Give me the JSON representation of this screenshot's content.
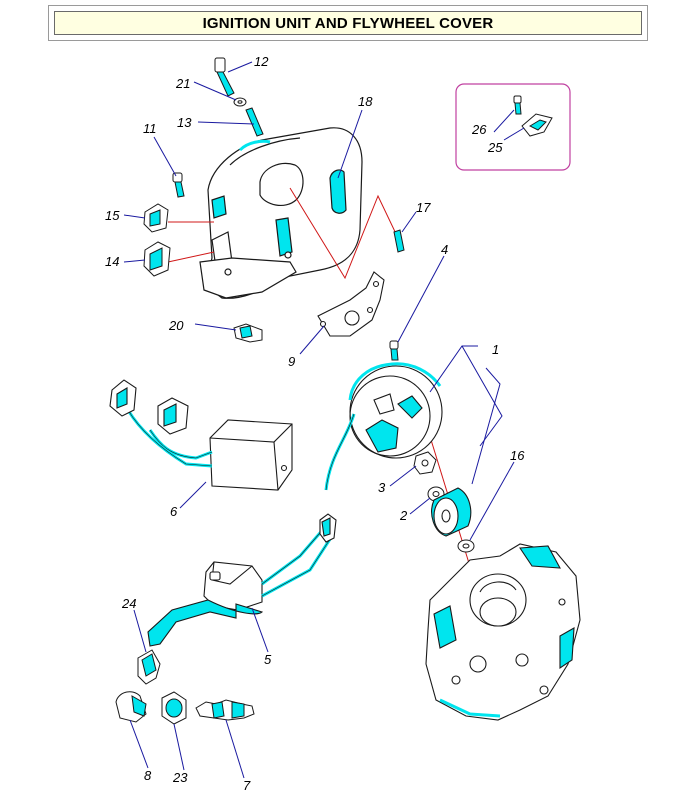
{
  "title": "IGNITION UNIT AND FLYWHEEL COVER",
  "colors": {
    "title_bg": "#ffffe1",
    "part_fill": "#ffffff",
    "part_stroke": "#1a1a1a",
    "highlight": "#00e5ee",
    "leader_line": "#1a1aa0",
    "assembly_line": "#d01818",
    "inset_border": "#c040a0"
  },
  "callouts": [
    {
      "id": "1",
      "part": "flywheel-assembly"
    },
    {
      "id": "2",
      "part": "washer"
    },
    {
      "id": "3",
      "part": "nut"
    },
    {
      "id": "4",
      "part": "screw"
    },
    {
      "id": "5",
      "part": "ignition-coil"
    },
    {
      "id": "6",
      "part": "ignition-unit"
    },
    {
      "id": "7",
      "part": "spark-plug"
    },
    {
      "id": "8",
      "part": "plug-cap"
    },
    {
      "id": "9",
      "part": "bracket"
    },
    {
      "id": "11",
      "part": "screw"
    },
    {
      "id": "12",
      "part": "bolt"
    },
    {
      "id": "13",
      "part": "pin"
    },
    {
      "id": "14",
      "part": "grommet"
    },
    {
      "id": "15",
      "part": "grommet"
    },
    {
      "id": "16",
      "part": "washer"
    },
    {
      "id": "17",
      "part": "pin"
    },
    {
      "id": "18",
      "part": "flywheel-cover"
    },
    {
      "id": "20",
      "part": "clip"
    },
    {
      "id": "21",
      "part": "washer"
    },
    {
      "id": "23",
      "part": "spark-plug-nut"
    },
    {
      "id": "24",
      "part": "resistor-cap"
    },
    {
      "id": "25",
      "part": "clip"
    },
    {
      "id": "26",
      "part": "screw"
    }
  ]
}
